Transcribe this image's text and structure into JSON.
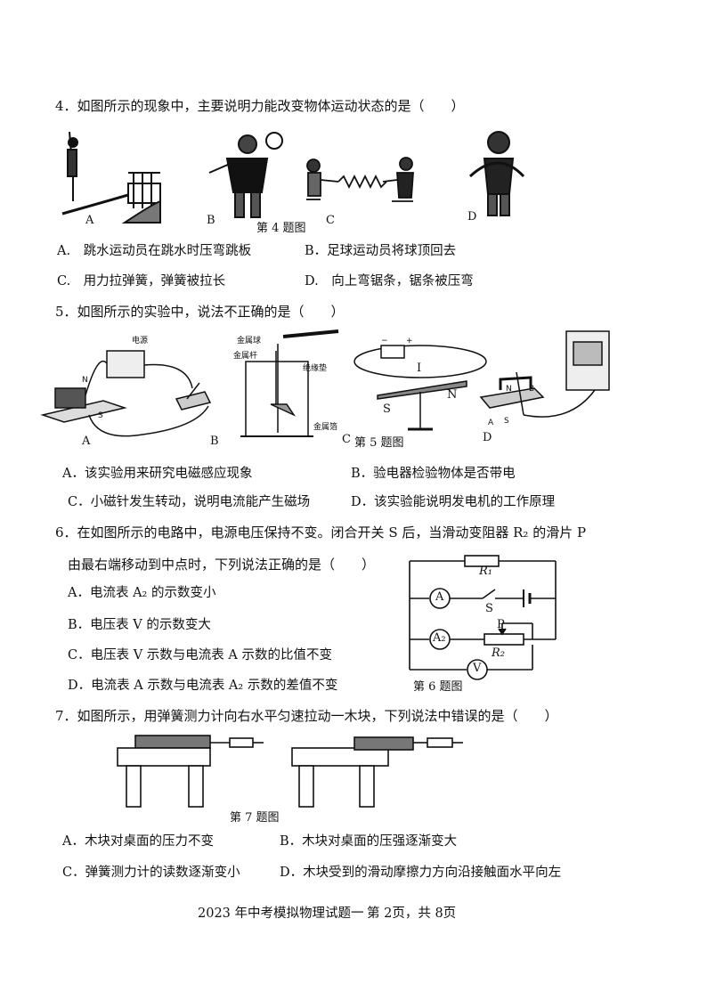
{
  "q4": {
    "stem": "4．如图所示的现象中，主要说明力能改变物体运动状态的是（　　）",
    "figure_caption": "第 4 题图",
    "labels": [
      "A",
      "B",
      "C",
      "D"
    ],
    "options": [
      "A.　跳水运动员在跳水时压弯跳板",
      "B．足球运动员将球顶回去",
      "C.　用力拉弹簧，弹簧被拉长",
      "D.　向上弯锯条，锯条被压弯"
    ]
  },
  "q5": {
    "stem": "5．如图所示的实验中，说法不正确的是（　　）",
    "figure_caption": "第 5 题图",
    "labels": [
      "A",
      "B",
      "C",
      "D"
    ],
    "fig_a": {
      "power": "电源",
      "n": "N",
      "s": "S"
    },
    "fig_b": {
      "ball": "金属球",
      "rod": "金属杆",
      "pad": "绝缘垫",
      "foil": "金属箔"
    },
    "fig_c": {
      "minus": "−",
      "plus": "+",
      "current": "I",
      "s": "S",
      "n": "N"
    },
    "fig_d": {
      "n": "N",
      "s": "S",
      "a": "A",
      "b": "B"
    },
    "options": [
      "A．该实验用来研究电磁感应现象",
      "B．验电器检验物体是否带电",
      "C．小磁针发生转动，说明电流能产生磁场",
      "D．该实验能说明发电机的工作原理"
    ]
  },
  "q6": {
    "stem_line1": "6．在如图所示的电路中，电源电压保持不变。闭合开关 S 后，当滑动变阻器 R₂ 的滑片 P",
    "stem_line2": "由最右端移动到中点时，下列说法正确的是（　　）",
    "figure_caption": "第 6 题图",
    "circuit": {
      "r1": "R₁",
      "r2": "R₂",
      "a": "A",
      "a2": "A₂",
      "v": "V",
      "s": "S",
      "p": "P"
    },
    "options": [
      "A．电流表 A₂ 的示数变小",
      "B．电压表 V 的示数变大",
      "C．电压表 V 示数与电流表 A 示数的比值不变",
      "D．电流表 A 示数与电流表 A₂ 示数的差值不变"
    ]
  },
  "q7": {
    "stem": "7．如图所示，用弹簧测力计向右水平匀速拉动一木块，下列说法中错误的是（　　）",
    "figure_caption": "第 7 题图",
    "options": [
      "A．木块对桌面的压力不变",
      "B．木块对桌面的压强逐渐变大",
      "C．弹簧测力计的读数逐渐变小",
      "D．木块受到的滑动摩擦力方向沿接触面水平向左"
    ]
  },
  "footer": {
    "title": "2023 年中考模拟物理试题一",
    "page": "第 2页，共 8页"
  }
}
